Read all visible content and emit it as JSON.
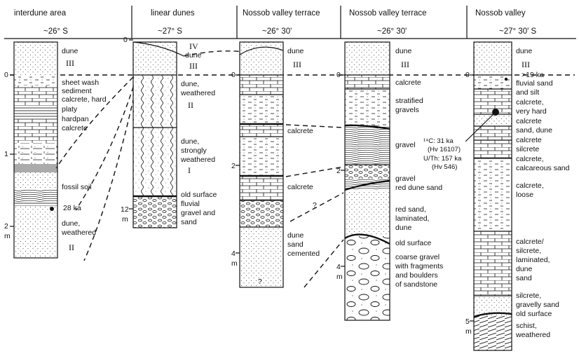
{
  "columns": [
    {
      "title": "interdune area",
      "latitude": "~26° S",
      "labels": [
        {
          "key": "dune",
          "text": "dune"
        },
        {
          "key": "unit_iii",
          "text": "III"
        },
        {
          "key": "sheet_wash",
          "text": "sheet wash"
        },
        {
          "key": "sediment",
          "text": "sediment"
        },
        {
          "key": "calcrete_hard",
          "text": "calcrete, hard"
        },
        {
          "key": "platy",
          "text": "platy"
        },
        {
          "key": "hardpan",
          "text": "hardpan"
        },
        {
          "key": "calcrete",
          "text": "calcrete"
        },
        {
          "key": "fossil_soil",
          "text": "fossil soil"
        },
        {
          "key": "age",
          "text": "28 ka"
        },
        {
          "key": "dune2",
          "text": "dune,"
        },
        {
          "key": "weathered",
          "text": "weathered"
        },
        {
          "key": "unit_ii",
          "text": "II"
        }
      ],
      "scale": {
        "tick_0": "0",
        "tick_1": "1",
        "tick_2": "2",
        "unit": "m"
      }
    },
    {
      "title": "linear dunes",
      "latitude": "~27° S",
      "labels": [
        {
          "key": "unit_iv",
          "text": "IV"
        },
        {
          "key": "dune",
          "text": "dune"
        },
        {
          "key": "unit_iii",
          "text": "III"
        },
        {
          "key": "dune_weathered_1",
          "text": "dune,"
        },
        {
          "key": "dune_weathered_2",
          "text": "weathered"
        },
        {
          "key": "unit_ii",
          "text": "II"
        },
        {
          "key": "dune_strong_1",
          "text": "dune,"
        },
        {
          "key": "dune_strong_2",
          "text": "strongly"
        },
        {
          "key": "dune_strong_3",
          "text": "weathered"
        },
        {
          "key": "unit_i",
          "text": "I"
        },
        {
          "key": "old_surface",
          "text": "old surface"
        },
        {
          "key": "fluvial",
          "text": "fluvial"
        },
        {
          "key": "gravel_and",
          "text": "gravel and"
        },
        {
          "key": "sand",
          "text": "sand"
        }
      ],
      "scale": {
        "tick_0": "0",
        "tick_12": "12",
        "unit": "m"
      }
    },
    {
      "title": "Nossob valley terrace",
      "latitude": "~26° 30'",
      "labels": [
        {
          "key": "dune",
          "text": "dune"
        },
        {
          "key": "unit_iii",
          "text": "III"
        },
        {
          "key": "calcrete_1",
          "text": "calcrete"
        },
        {
          "key": "calcrete_2",
          "text": "calcrete"
        },
        {
          "key": "question",
          "text": "?"
        },
        {
          "key": "dune_sand",
          "text": "dune"
        },
        {
          "key": "sand",
          "text": "sand"
        },
        {
          "key": "cemented",
          "text": "cemented"
        },
        {
          "key": "question_bottom",
          "text": "?"
        }
      ],
      "scale": {
        "tick_0": "0",
        "tick_2": "2",
        "tick_4": "4",
        "unit": "m"
      }
    },
    {
      "title": "Nossob valley terrace",
      "latitude": "~26° 30'",
      "labels": [
        {
          "key": "dune",
          "text": "dune"
        },
        {
          "key": "unit_iii",
          "text": "III"
        },
        {
          "key": "calcrete",
          "text": "calcrete"
        },
        {
          "key": "stratified",
          "text": "stratified"
        },
        {
          "key": "gravels",
          "text": "gravels"
        },
        {
          "key": "gravel",
          "text": "gravel"
        },
        {
          "key": "c14_age",
          "text": "¹⁴C: 31 ka"
        },
        {
          "key": "c14_lab",
          "text": "(Hv 16107)"
        },
        {
          "key": "uth_age",
          "text": "U/Th: 157 ka"
        },
        {
          "key": "uth_lab",
          "text": "(Hv 546)"
        },
        {
          "key": "gravel2",
          "text": "gravel"
        },
        {
          "key": "red_dune_sand",
          "text": "red dune sand"
        },
        {
          "key": "red_sand",
          "text": "red sand,"
        },
        {
          "key": "laminated",
          "text": "laminated,"
        },
        {
          "key": "dune2",
          "text": "dune"
        },
        {
          "key": "old_surface",
          "text": "old surface"
        },
        {
          "key": "coarse_gravel",
          "text": "coarse gravel"
        },
        {
          "key": "with_fragments",
          "text": "with fragments"
        },
        {
          "key": "and_boulders",
          "text": "and boulders"
        },
        {
          "key": "of_sandstone",
          "text": "of sandstone"
        }
      ],
      "scale": {
        "tick_0": "0",
        "tick_2": "2",
        "tick_4": "4",
        "unit": "m"
      }
    },
    {
      "title": "Nossob valley",
      "latitude": "~27° 30' S",
      "labels": [
        {
          "key": "dune",
          "text": "dune"
        },
        {
          "key": "unit_iii",
          "text": "III"
        },
        {
          "key": "age",
          "text": ">19 ka"
        },
        {
          "key": "fluvial_sand",
          "text": "fluvial sand"
        },
        {
          "key": "and_silt",
          "text": "and silt"
        },
        {
          "key": "calcrete_1",
          "text": "calcrete,"
        },
        {
          "key": "very_hard",
          "text": "very hard"
        },
        {
          "key": "calcrete_2",
          "text": "calcrete"
        },
        {
          "key": "sand_dune",
          "text": "sand, dune"
        },
        {
          "key": "calcrete_3",
          "text": "calcrete"
        },
        {
          "key": "silcrete",
          "text": "silcrete"
        },
        {
          "key": "calcrete_4",
          "text": "calcrete,"
        },
        {
          "key": "calcareous_sand",
          "text": "calcareous sand"
        },
        {
          "key": "calcrete_5",
          "text": "calcrete,"
        },
        {
          "key": "loose",
          "text": "loose"
        },
        {
          "key": "calcrete_silcrete",
          "text": "calcrete/"
        },
        {
          "key": "silcrete2",
          "text": "silcrete,"
        },
        {
          "key": "laminated",
          "text": "laminated,"
        },
        {
          "key": "dune2",
          "text": "dune"
        },
        {
          "key": "sand",
          "text": "sand"
        },
        {
          "key": "silcrete3",
          "text": "silcrete,"
        },
        {
          "key": "gravelly_sand",
          "text": "gravelly sand"
        },
        {
          "key": "old_surface",
          "text": "old surface"
        },
        {
          "key": "schist",
          "text": "schist,"
        },
        {
          "key": "weathered",
          "text": "weathered"
        }
      ],
      "scale": {
        "tick_0": "0",
        "tick_5": "5",
        "unit": "m"
      }
    }
  ]
}
